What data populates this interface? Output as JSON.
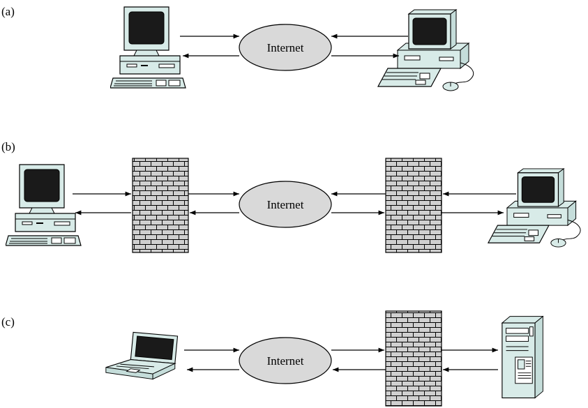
{
  "panels": [
    {
      "label": "(a)",
      "cloud": "Internet"
    },
    {
      "label": "(b)",
      "cloud": "Internet"
    },
    {
      "label": "(c)",
      "cloud": "Internet"
    }
  ],
  "icons": {
    "desktop": "desktop-computer-icon",
    "workstation": "workstation-computer-icon",
    "laptop": "laptop-icon",
    "server": "server-tower-icon",
    "firewall": "firewall-brick-wall-icon",
    "cloud": "internet-cloud-icon"
  },
  "colors": {
    "device_body": "#d8ebe8",
    "screen": "#1a1a1a",
    "brick_fill": "#d0d0d0",
    "cloud_fill": "#d9d9d9",
    "stroke": "#000000"
  }
}
